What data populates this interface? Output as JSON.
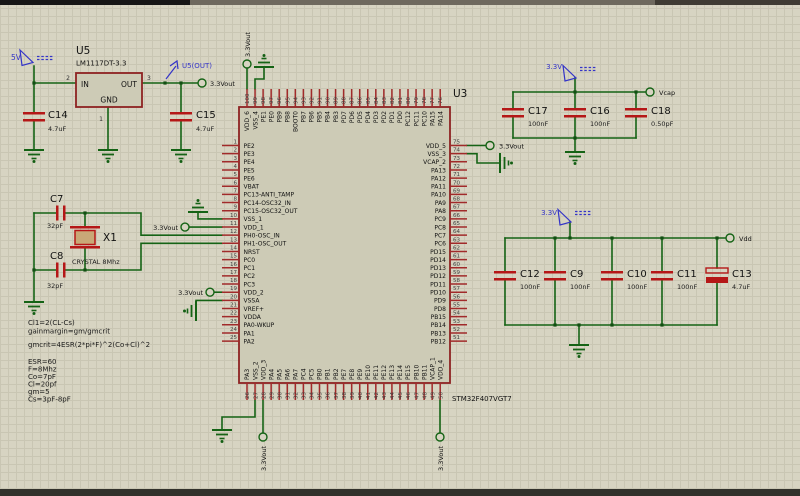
{
  "schematic": {
    "regulator": {
      "ref": "U5",
      "part": "LM1117DT-3.3",
      "pins": {
        "in": {
          "num": "2",
          "name": "IN"
        },
        "out": {
          "num": "3",
          "name": "OUT"
        },
        "gnd": {
          "num": "1",
          "name": "GND"
        }
      }
    },
    "chip": {
      "ref": "U3",
      "part": "STM32F407VGT7",
      "left_pins": [
        {
          "num": "1",
          "name": "PE2"
        },
        {
          "num": "2",
          "name": "PE3"
        },
        {
          "num": "3",
          "name": "PE4"
        },
        {
          "num": "4",
          "name": "PE5"
        },
        {
          "num": "5",
          "name": "PE6"
        },
        {
          "num": "6",
          "name": "VBAT"
        },
        {
          "num": "7",
          "name": "PC13-ANTI_TAMP"
        },
        {
          "num": "8",
          "name": "PC14-OSC32_IN"
        },
        {
          "num": "9",
          "name": "PC15-OSC32_OUT"
        },
        {
          "num": "10",
          "name": "VSS_1"
        },
        {
          "num": "11",
          "name": "VDD_1"
        },
        {
          "num": "12",
          "name": "PH0-OSC_IN"
        },
        {
          "num": "13",
          "name": "PH1-OSC_OUT"
        },
        {
          "num": "14",
          "name": "NRST"
        },
        {
          "num": "15",
          "name": "PC0"
        },
        {
          "num": "16",
          "name": "PC1"
        },
        {
          "num": "17",
          "name": "PC2"
        },
        {
          "num": "18",
          "name": "PC3"
        },
        {
          "num": "19",
          "name": "VDD_2"
        },
        {
          "num": "20",
          "name": "VSSA"
        },
        {
          "num": "21",
          "name": "VREF+"
        },
        {
          "num": "22",
          "name": "VDDA"
        },
        {
          "num": "23",
          "name": "PA0-WKUP"
        },
        {
          "num": "24",
          "name": "PA1"
        },
        {
          "num": "25",
          "name": "PA2"
        }
      ],
      "right_pins": [
        {
          "num": "75",
          "name": "VDD_5"
        },
        {
          "num": "74",
          "name": "VSS_3"
        },
        {
          "num": "73",
          "name": "VCAP_2"
        },
        {
          "num": "72",
          "name": "PA13"
        },
        {
          "num": "71",
          "name": "PA12"
        },
        {
          "num": "70",
          "name": "PA11"
        },
        {
          "num": "69",
          "name": "PA10"
        },
        {
          "num": "68",
          "name": "PA9"
        },
        {
          "num": "67",
          "name": "PA8"
        },
        {
          "num": "66",
          "name": "PC9"
        },
        {
          "num": "65",
          "name": "PC8"
        },
        {
          "num": "64",
          "name": "PC7"
        },
        {
          "num": "63",
          "name": "PC6"
        },
        {
          "num": "62",
          "name": "PD15"
        },
        {
          "num": "61",
          "name": "PD14"
        },
        {
          "num": "60",
          "name": "PD13"
        },
        {
          "num": "59",
          "name": "PD12"
        },
        {
          "num": "58",
          "name": "PD11"
        },
        {
          "num": "57",
          "name": "PD10"
        },
        {
          "num": "56",
          "name": "PD9"
        },
        {
          "num": "55",
          "name": "PD8"
        },
        {
          "num": "54",
          "name": "PB15"
        },
        {
          "num": "53",
          "name": "PB14"
        },
        {
          "num": "52",
          "name": "PB13"
        },
        {
          "num": "51",
          "name": "PB12"
        }
      ],
      "top_pins": [
        {
          "num": "100",
          "name": "VDD_6"
        },
        {
          "num": "99",
          "name": "VSS_4"
        },
        {
          "num": "98",
          "name": "PE1"
        },
        {
          "num": "97",
          "name": "PE0"
        },
        {
          "num": "96",
          "name": "PB9"
        },
        {
          "num": "95",
          "name": "PB8"
        },
        {
          "num": "94",
          "name": "BOOT0"
        },
        {
          "num": "93",
          "name": "PB7"
        },
        {
          "num": "92",
          "name": "PB6"
        },
        {
          "num": "91",
          "name": "PB5"
        },
        {
          "num": "90",
          "name": "PB4"
        },
        {
          "num": "89",
          "name": "PB3"
        },
        {
          "num": "88",
          "name": "PD7"
        },
        {
          "num": "87",
          "name": "PD6"
        },
        {
          "num": "86",
          "name": "PD5"
        },
        {
          "num": "85",
          "name": "PD4"
        },
        {
          "num": "84",
          "name": "PD3"
        },
        {
          "num": "83",
          "name": "PD2"
        },
        {
          "num": "82",
          "name": "PD1"
        },
        {
          "num": "81",
          "name": "PD0"
        },
        {
          "num": "80",
          "name": "PC12"
        },
        {
          "num": "79",
          "name": "PC11"
        },
        {
          "num": "78",
          "name": "PC10"
        },
        {
          "num": "77",
          "name": "PA15"
        },
        {
          "num": "76",
          "name": "PA14"
        }
      ],
      "bottom_pins": [
        {
          "num": "26",
          "name": "PA3"
        },
        {
          "num": "27",
          "name": "VSS_2"
        },
        {
          "num": "28",
          "name": "VDD_3"
        },
        {
          "num": "29",
          "name": "PA4"
        },
        {
          "num": "30",
          "name": "PA5"
        },
        {
          "num": "31",
          "name": "PA6"
        },
        {
          "num": "32",
          "name": "PA7"
        },
        {
          "num": "33",
          "name": "PC4"
        },
        {
          "num": "34",
          "name": "PC5"
        },
        {
          "num": "35",
          "name": "PB0"
        },
        {
          "num": "36",
          "name": "PB1"
        },
        {
          "num": "37",
          "name": "PB2"
        },
        {
          "num": "38",
          "name": "PE7"
        },
        {
          "num": "39",
          "name": "PE8"
        },
        {
          "num": "40",
          "name": "PE9"
        },
        {
          "num": "41",
          "name": "PE10"
        },
        {
          "num": "42",
          "name": "PE11"
        },
        {
          "num": "43",
          "name": "PE12"
        },
        {
          "num": "44",
          "name": "PE13"
        },
        {
          "num": "45",
          "name": "PE14"
        },
        {
          "num": "46",
          "name": "PE15"
        },
        {
          "num": "47",
          "name": "PB10"
        },
        {
          "num": "48",
          "name": "PB11"
        },
        {
          "num": "49",
          "name": "VCAP_1"
        },
        {
          "num": "50",
          "name": "VDD_4"
        }
      ]
    },
    "crystal": {
      "ref": "X1",
      "part": "CRYSTAL 8Mhz"
    },
    "capacitors": [
      {
        "ref": "C14",
        "value": "4.7uF"
      },
      {
        "ref": "C15",
        "value": "4.7uF"
      },
      {
        "ref": "C7",
        "value": "32pF"
      },
      {
        "ref": "C8",
        "value": "32pF"
      },
      {
        "ref": "C17",
        "value": "100nF"
      },
      {
        "ref": "C16",
        "value": "100nF"
      },
      {
        "ref": "C18",
        "value": "0.50pF"
      },
      {
        "ref": "C12",
        "value": "100nF"
      },
      {
        "ref": "C9",
        "value": "100nF"
      },
      {
        "ref": "C10",
        "value": "100nF"
      },
      {
        "ref": "C11",
        "value": "100nF"
      },
      {
        "ref": "C13",
        "value": "4.7uF"
      }
    ],
    "power_flags": {
      "v5": "5V",
      "v33": "3.3V",
      "u5out": "U5(OUT)"
    },
    "terminals": {
      "out33": "3.3Vout",
      "vcap": "Vcap",
      "vdd": "Vdd"
    },
    "notes": [
      "Cl1=2(CL-Cs)",
      "gainmargin=gm/gmcrit",
      "gmcrit=4ESR(2*pi*F)^2(Co+Cl)^2",
      "ESR=60",
      "F=8Mhz",
      "Co=7pF",
      "Cl=20pf",
      "gm=5",
      "Cs=3pF-8pF"
    ],
    "colors": {
      "wire": "#156315",
      "component": "#b51717",
      "outline": "#8e2222",
      "power_flag": "#3434c8",
      "background": "#d7d4c2"
    }
  }
}
